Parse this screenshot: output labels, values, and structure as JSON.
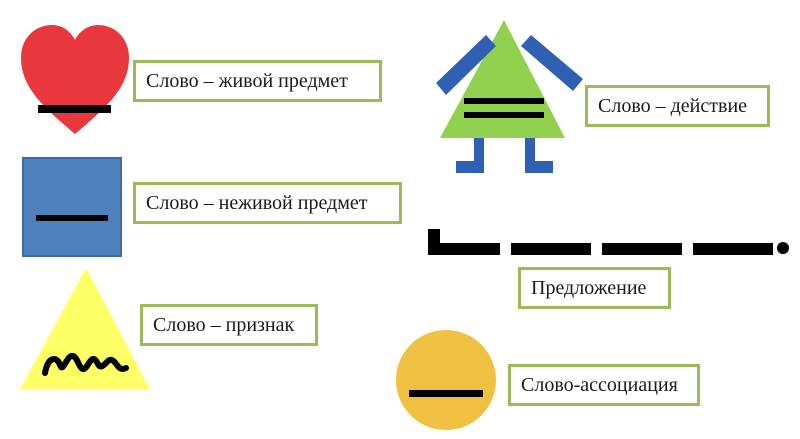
{
  "items": [
    {
      "label": "Слово – живой предмет",
      "symbol": "heart-icon",
      "color": "#e8383d"
    },
    {
      "label": "Слово – неживой предмет",
      "symbol": "square-icon",
      "color": "#4f81bd"
    },
    {
      "label": "Слово – признак",
      "symbol": "triangle-wavy-icon",
      "color": "#ffff66"
    },
    {
      "label": "Слово – действие",
      "symbol": "triangle-house-icon",
      "color": "#92d050"
    },
    {
      "label": "Предложение",
      "symbol": "sentence-scheme-icon",
      "color": "#000000"
    },
    {
      "label": "Слово-ассоциация",
      "symbol": "circle-icon",
      "color": "#f0c040"
    }
  ],
  "colors": {
    "label_border": "#9bbb59",
    "leg_blue": "#2f60b4",
    "dash": "#000000"
  }
}
